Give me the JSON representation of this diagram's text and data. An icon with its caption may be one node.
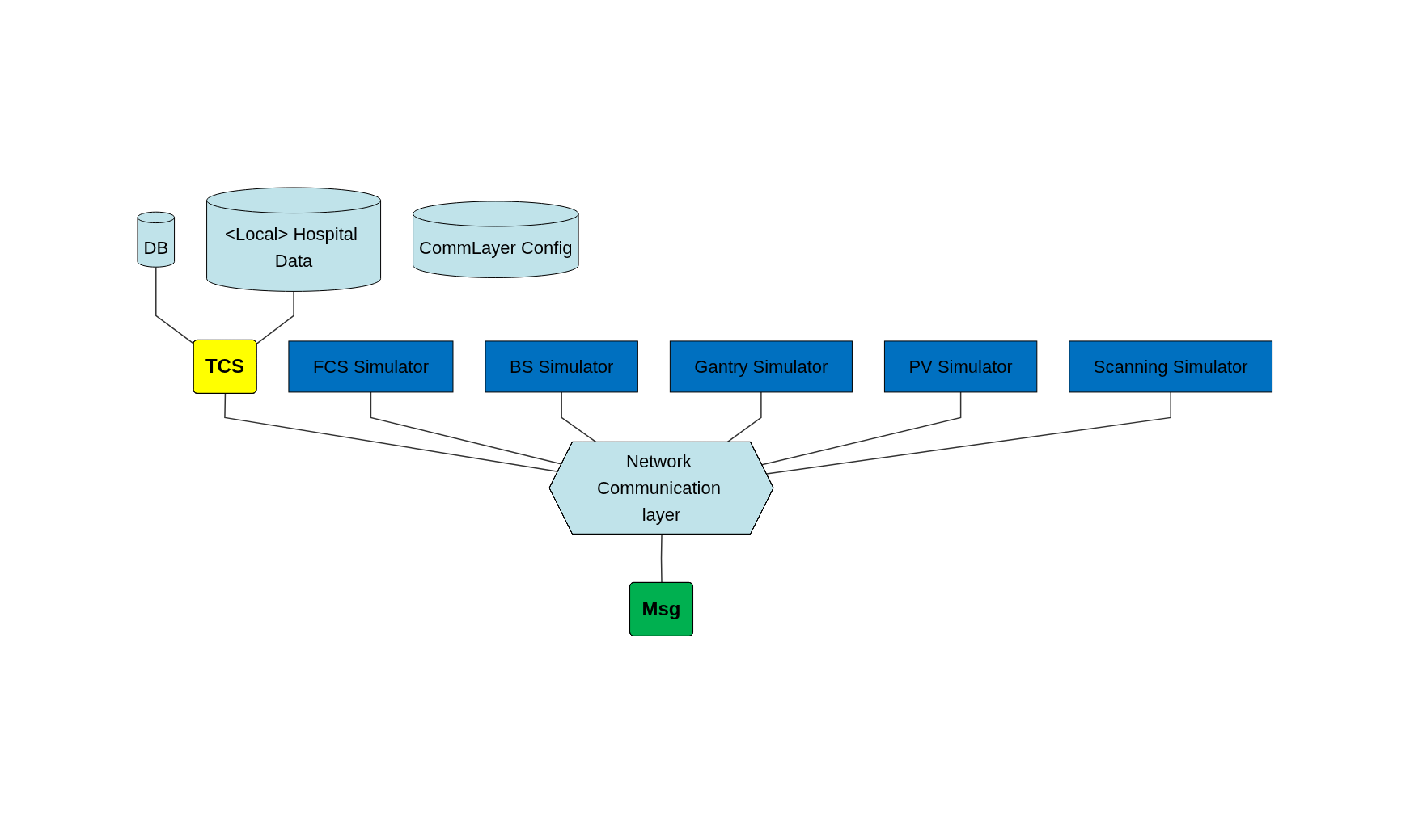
{
  "diagram": {
    "nodes": [
      {
        "text": [
          "DB"
        ]
      },
      {
        "text": [
          "<Local> Hospital Data"
        ]
      },
      {
        "text": [
          "BS Simulator"
        ]
      },
      {
        "text": [
          "PV Simulator"
        ]
      },
      {
        "text": [
          "TCS"
        ]
      },
      {
        "text": [
          "FCS Simulator"
        ]
      },
      {
        "text": [
          "Gantry Simulator"
        ]
      },
      {
        "text": [
          "Scanning Simulator"
        ]
      },
      {
        "text": [
          "Network Communication layer"
        ]
      },
      {
        "text": [
          "CommLayer Config"
        ]
      },
      {
        "text": [
          "Msg"
        ]
      }
    ],
    "edges": [
      {
        "from": 0,
        "to": 4,
        "arrow": "none"
      },
      {
        "from": 1,
        "to": 4,
        "arrow": "none"
      },
      {
        "from": 4,
        "to": 8,
        "arrow": "none"
      },
      {
        "from": 5,
        "to": 8,
        "arrow": "none"
      },
      {
        "from": 2,
        "to": 8,
        "arrow": "none"
      },
      {
        "from": 6,
        "to": 8,
        "arrow": "none"
      },
      {
        "from": 3,
        "to": 8,
        "arrow": "none"
      },
      {
        "from": 7,
        "to": 8,
        "arrow": "none"
      },
      {
        "from": 8,
        "to": 10,
        "arrow": "none"
      }
    ]
  }
}
